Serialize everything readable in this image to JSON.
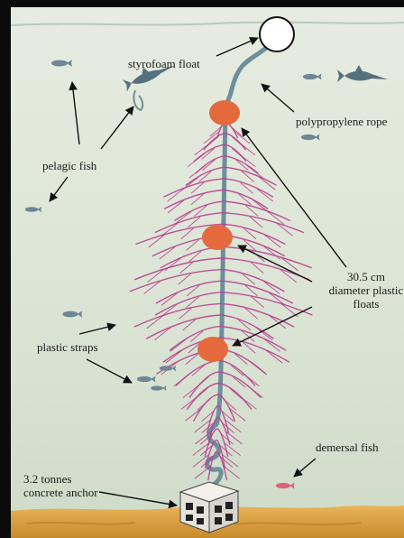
{
  "labels": {
    "styrofoam_float": "styrofoam float",
    "polypropylene_rope": "polypropylene rope",
    "pelagic_fish": "pelagic fish",
    "floats_line1": "30.5 cm",
    "floats_line2": "diameter plastic",
    "floats_line3": "floats",
    "plastic_straps": "plastic straps",
    "demersal_fish": "demersal fish",
    "anchor_line1": "3.2 tonnes",
    "anchor_line2": "concrete anchor"
  },
  "colors": {
    "water": "#dfe7d7",
    "water_deep": "#c9d5c2",
    "seabed": "#e2a94a",
    "seabed_dark": "#c98a2c",
    "rope": "#6f8e9d",
    "strap": "#b8408f",
    "float": "#e46a3e",
    "fish": "#6e8795",
    "demersal_fish": "#e0607a",
    "arrow": "#111111",
    "anchor": "#ecebe5"
  },
  "icons": {
    "fish": "fish-icon",
    "swordfish": "swordfish-icon",
    "float": "circle-float-icon",
    "anchor": "concrete-block-icon"
  }
}
